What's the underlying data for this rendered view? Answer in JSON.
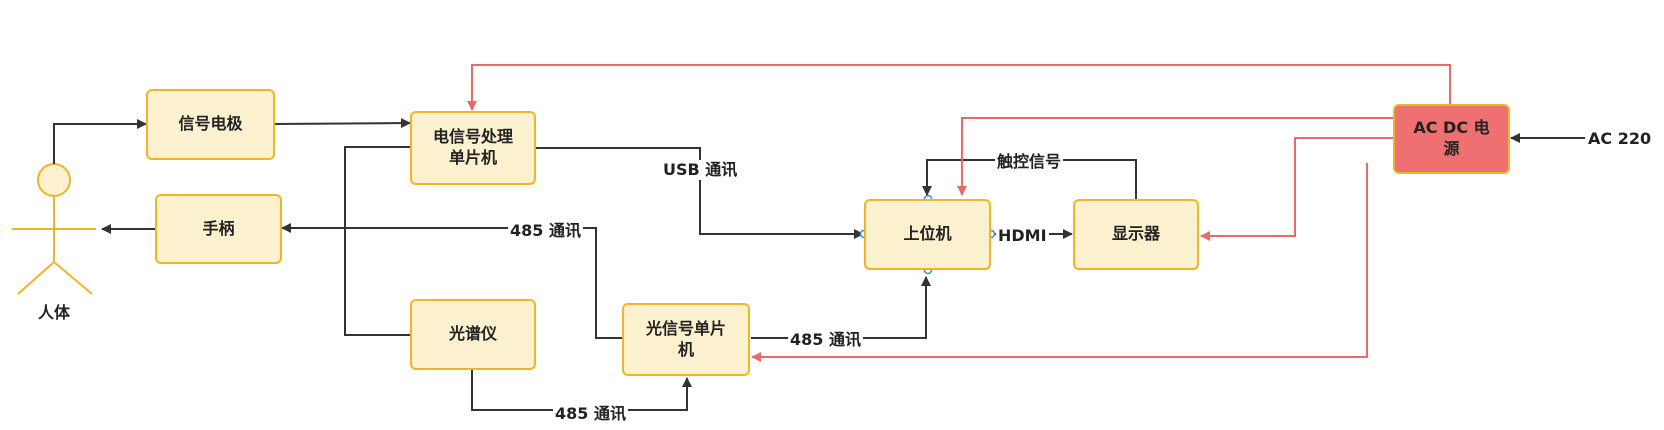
{
  "colors": {
    "box_fill": "#fbf1cf",
    "box_border": "#f0b429",
    "power_fill": "#ee7070",
    "dark_line": "#333333",
    "power_line": "#e86a6a",
    "port": "#2f8ee6"
  },
  "nodes": {
    "person": "人体",
    "electrode": "信号电极",
    "handle": "手柄",
    "elec_mcu": "电信号处理\n单片机",
    "spectrometer": "光谱仪",
    "opt_mcu": "光信号单片\n机",
    "host": "上位机",
    "display": "显示器",
    "power": "AC DC 电\n源"
  },
  "edge_labels": {
    "usb": "USB 通讯",
    "r485_top": "485 通讯",
    "r485_mid": "485 通讯",
    "r485_bottom": "485 通讯",
    "hdmi": "HDMI",
    "touch": "触控信号",
    "ac220": "AC 220"
  }
}
